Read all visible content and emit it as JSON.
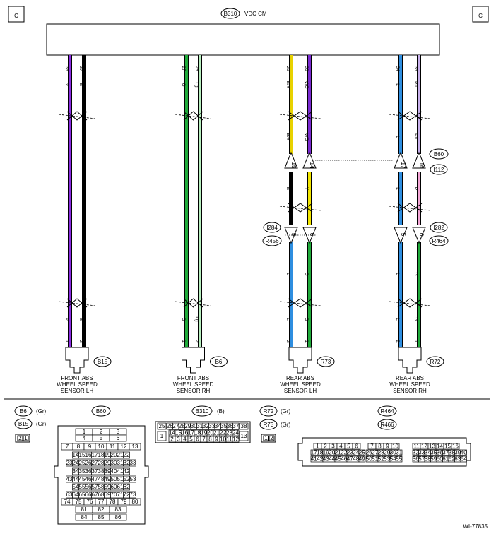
{
  "corner_left": "C",
  "corner_right": "C",
  "module": {
    "connector": "B310",
    "name": "VDC CM"
  },
  "wire_colors": {
    "V": "#8a2be2",
    "B": "#000000",
    "G": "#1faa3a",
    "Lg": "#b8f0c0",
    "B/Y": "#e8d200",
    "V/G": "#7a2ad0",
    "L": "#2e8ee0",
    "P/L": "#c8b0ec",
    "Y": "#f2e600",
    "P": "#f4a6d6"
  },
  "sensors": [
    {
      "label": "FRONT ABS\nWHEEL SPEED\nSENSOR LH",
      "connector": "B15",
      "wires": [
        {
          "module_pin": "36",
          "color_code": "V",
          "sensor_pin": "1",
          "sensor_color": "V"
        },
        {
          "module_pin": "37",
          "color_code": "B",
          "sensor_pin": "2",
          "sensor_color": "B"
        }
      ]
    },
    {
      "label": "FRONT ABS\nWHEEL SPEED\nSENSOR RH",
      "connector": "B6",
      "wires": [
        {
          "module_pin": "27",
          "color_code": "G",
          "sensor_pin": "1",
          "sensor_color": "G"
        },
        {
          "module_pin": "28",
          "color_code": "Lg",
          "sensor_pin": "2",
          "sensor_color": "Lg"
        }
      ]
    },
    {
      "label": "REAR ABS\nWHEEL SPEED\nSENSOR LH",
      "connector": "R73",
      "wires": [
        {
          "module_pin": "29",
          "color_code": "B/Y",
          "upper_color": "B/Y",
          "j1_pin": "15",
          "mid_color": "B",
          "j2_pin": "5",
          "sensor_pin": "2",
          "sensor_color": "L"
        },
        {
          "module_pin": "30",
          "color_code": "V/G",
          "upper_color": "V/G",
          "j1_pin": "14",
          "mid_color": "Y",
          "j2_pin": "6",
          "sensor_pin": "1",
          "sensor_color": "G"
        }
      ]
    },
    {
      "label": "REAR ABS\nWHEEL SPEED\nSENSOR RH",
      "connector": "R72",
      "wires": [
        {
          "module_pin": "34",
          "color_code": "L",
          "upper_color": "L",
          "j1_pin": "17",
          "mid_color": "L",
          "j2_pin": "5",
          "sensor_pin": "2",
          "sensor_color": "L"
        },
        {
          "module_pin": "33",
          "color_code": "P/L",
          "upper_color": "P/L",
          "j1_pin": "16",
          "mid_color": "P",
          "j2_pin": "6",
          "sensor_pin": "1",
          "sensor_color": "G"
        }
      ]
    }
  ],
  "junction_labels": {
    "upper_right": [
      "B60",
      "I112"
    ],
    "lower_left": [
      "I284",
      "R456"
    ],
    "lower_right": [
      "I282",
      "R464"
    ]
  },
  "legend": {
    "b6": "B6",
    "b6_color": "(Gr)",
    "b15": "B15",
    "b15_color": "(Gr)",
    "small_pins": [
      "2",
      "1"
    ],
    "b60": {
      "label": "B60",
      "rows": [
        [
          "1",
          "2",
          "3"
        ],
        [
          "4",
          "5",
          "6"
        ],
        [
          "7",
          "8",
          "9",
          "10",
          "11",
          "12",
          "13"
        ],
        [
          "14",
          "15",
          "16",
          "17",
          "18",
          "19",
          "20",
          "21",
          "22"
        ],
        [
          "23",
          "24",
          "25",
          "26",
          "27",
          "28",
          "29",
          "30",
          "31",
          "32",
          "33"
        ],
        [
          "34",
          "35",
          "36",
          "37",
          "38",
          "39",
          "40",
          "41",
          "42"
        ],
        [
          "43",
          "44",
          "45",
          "46",
          "47",
          "48",
          "49",
          "50",
          "51",
          "52",
          "53"
        ],
        [
          "54",
          "55",
          "56",
          "57",
          "58",
          "59",
          "60",
          "61",
          "62"
        ],
        [
          "63",
          "64",
          "65",
          "66",
          "67",
          "68",
          "69",
          "70",
          "71",
          "72",
          "73"
        ],
        [
          "74",
          "75",
          "76",
          "77",
          "78",
          "79",
          "80"
        ],
        [
          "81",
          "82",
          "83"
        ],
        [
          "84",
          "85",
          "86"
        ]
      ]
    },
    "b310": {
      "label": "B310",
      "color": "(B)",
      "row1": [
        "26",
        "27",
        "28",
        "29",
        "30",
        "31",
        "32",
        "33",
        "34",
        "35",
        "36",
        "37"
      ],
      "row2": [
        "14",
        "15",
        "16",
        "17",
        "18",
        "19",
        "20",
        "21",
        "22",
        "23",
        "24"
      ],
      "row3": [
        "2",
        "3",
        "4",
        "5",
        "6",
        "7",
        "8",
        "9",
        "10",
        "11",
        "12"
      ],
      "corners": [
        "25",
        "38",
        "1",
        "13"
      ]
    },
    "r72": "R72",
    "r72_color": "(Gr)",
    "r73": "R73",
    "r73_color": "(Gr)",
    "r_pins": [
      "1",
      "2"
    ],
    "r464": "R464",
    "r466": "R466",
    "r464_block": {
      "a_row1": [
        "1",
        "2",
        "3",
        "4",
        "5",
        "6"
      ],
      "a_row2": [
        "17",
        "18",
        "19",
        "20",
        "21",
        "22",
        "23",
        "24",
        "25"
      ],
      "a_row3": [
        "41",
        "42",
        "43",
        "44",
        "45",
        "46",
        "47",
        "48",
        "49"
      ],
      "b_row1": [
        "7",
        "8",
        "9",
        "10"
      ],
      "b_row2": [
        "26",
        "27",
        "28",
        "29",
        "30",
        "31"
      ],
      "b_row3": [
        "50",
        "51",
        "52",
        "53",
        "54",
        "55"
      ],
      "c_row1": [
        "11",
        "12",
        "13",
        "14",
        "15",
        "16"
      ],
      "c_row2": [
        "32",
        "33",
        "34",
        "35",
        "36",
        "37",
        "38",
        "39",
        "40"
      ],
      "c_row3": [
        "56",
        "57",
        "58",
        "59",
        "60",
        "61",
        "62",
        "63",
        "64"
      ]
    }
  },
  "footer_code": "WI-77835"
}
